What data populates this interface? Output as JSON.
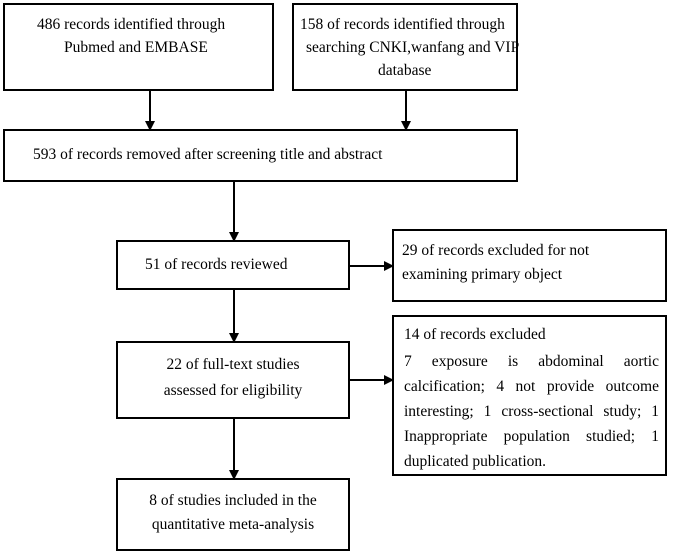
{
  "boxes": {
    "id_pubmed": {
      "lines": [
        "486 records identified through",
        "Pubmed and EMBASE"
      ]
    },
    "id_cnki": {
      "lines": [
        "158 of records identified through",
        "searching CNKI,wanfang and VIP",
        "database"
      ]
    },
    "removed": {
      "text": "593 of records removed after screening title and abstract"
    },
    "reviewed": {
      "text": "51 of records reviewed"
    },
    "excluded_primary": {
      "lines": [
        "29 of records excluded for not",
        "examining primary object"
      ]
    },
    "fulltext": {
      "lines": [
        "22 of full-text studies",
        "assessed for eligibility"
      ]
    },
    "excluded_detail": {
      "lines": [
        "14 of records excluded",
        "7 exposure is abdominal aortic calcification; 4 not provide outcome interesting; 1 cross-sectional study; 1 Inappropriate population studied; 1 duplicated publication."
      ]
    },
    "included": {
      "lines": [
        "8 of studies included in the",
        "quantitative meta-analysis"
      ]
    }
  },
  "colors": {
    "stroke": "#000000",
    "background": "#ffffff"
  }
}
